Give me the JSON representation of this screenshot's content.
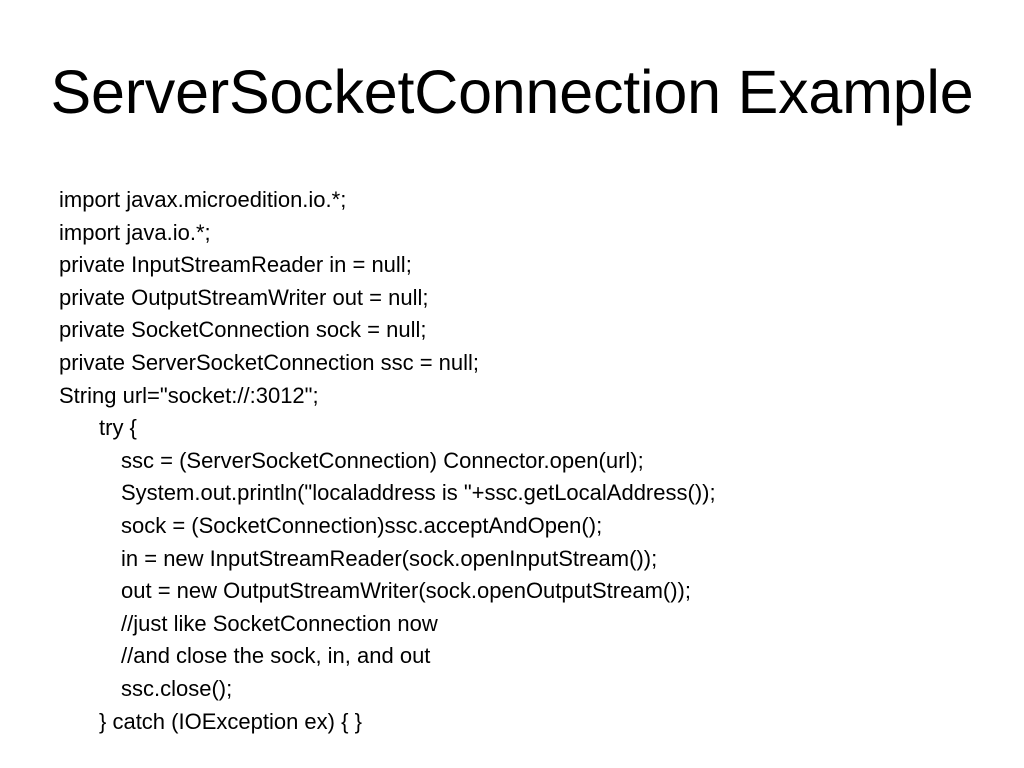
{
  "slide": {
    "title": "ServerSocketConnection Example",
    "background_color": "#ffffff",
    "text_color": "#000000",
    "code_lines": [
      {
        "indent": 0,
        "text": "import javax.microedition.io.*;"
      },
      {
        "indent": 0,
        "text": "import java.io.*;"
      },
      {
        "indent": 0,
        "text": "private InputStreamReader in = null;"
      },
      {
        "indent": 0,
        "text": "private OutputStreamWriter out = null;"
      },
      {
        "indent": 0,
        "text": "private SocketConnection sock = null;"
      },
      {
        "indent": 0,
        "text": "private ServerSocketConnection ssc = null;"
      },
      {
        "indent": 0,
        "text": "String url=\"socket://:3012\";"
      },
      {
        "indent": 1,
        "text": "try {"
      },
      {
        "indent": 2,
        "text": "ssc = (ServerSocketConnection) Connector.open(url);"
      },
      {
        "indent": 2,
        "text": "System.out.println(\"localaddress is \"+ssc.getLocalAddress());"
      },
      {
        "indent": 2,
        "text": "sock = (SocketConnection)ssc.acceptAndOpen();"
      },
      {
        "indent": 2,
        "text": "in = new InputStreamReader(sock.openInputStream());"
      },
      {
        "indent": 2,
        "text": "out = new OutputStreamWriter(sock.openOutputStream());"
      },
      {
        "indent": 2,
        "text": "//just like SocketConnection now"
      },
      {
        "indent": 2,
        "text": "//and close the sock, in, and out"
      },
      {
        "indent": 2,
        "text": "ssc.close();"
      },
      {
        "indent": 1,
        "text": "} catch (IOException ex) { }"
      }
    ]
  }
}
